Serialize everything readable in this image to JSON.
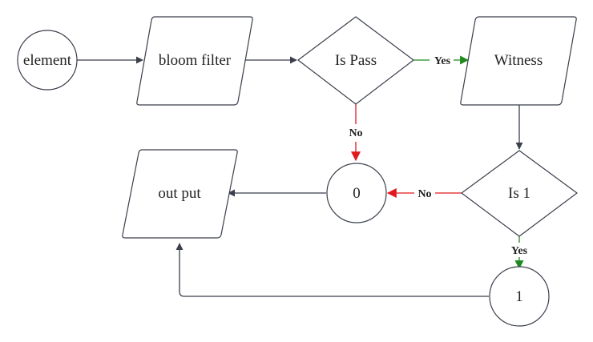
{
  "nodes": {
    "element": {
      "label": "element"
    },
    "bloom_filter": {
      "label": "bloom filter"
    },
    "is_pass": {
      "label": "Is Pass"
    },
    "witness": {
      "label": "Witness"
    },
    "is_one": {
      "label": "Is 1"
    },
    "zero": {
      "label": "0"
    },
    "one": {
      "label": "1"
    },
    "output": {
      "label": "out put"
    }
  },
  "edges": {
    "is_pass_yes": {
      "label": "Yes"
    },
    "is_pass_no": {
      "label": "No"
    },
    "is_one_no": {
      "label": "No"
    },
    "is_one_yes": {
      "label": "Yes"
    }
  },
  "colors": {
    "default_edge": "#3a3f4b",
    "yes_edge": "#1e8a1e",
    "no_edge": "#e0191f"
  }
}
